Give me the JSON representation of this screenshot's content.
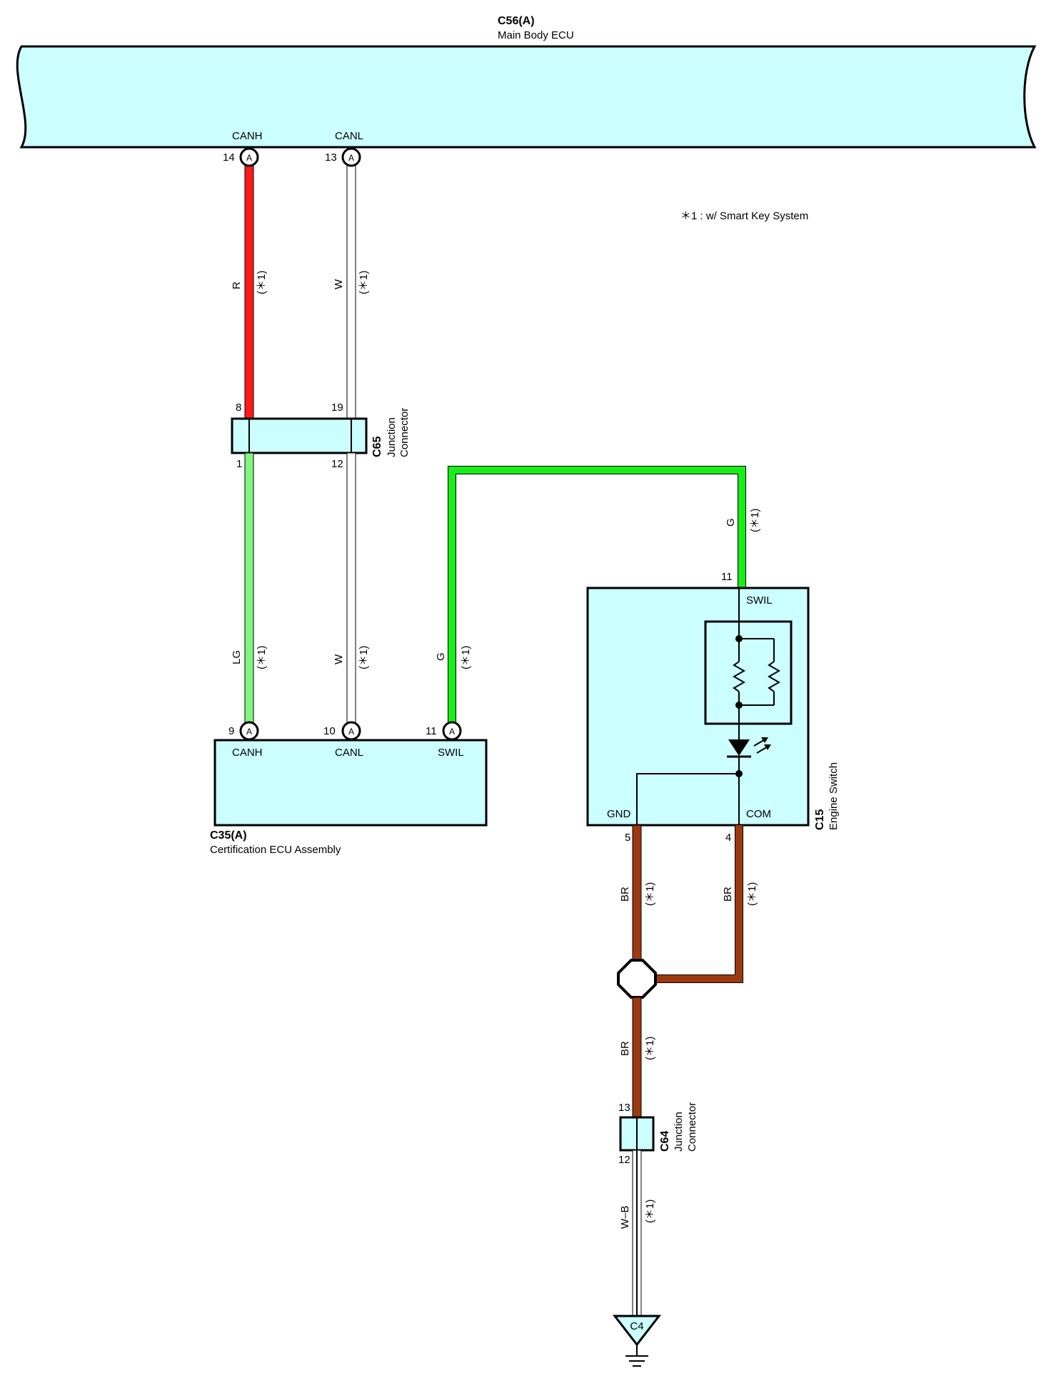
{
  "note": "＊1 : w/ Smart Key System",
  "colors": {
    "component_fill": "#ccffff",
    "wire_red": "#ff1a1a",
    "wire_white": "#ffffff",
    "wire_light_green": "#80f580",
    "wire_green": "#19ee19",
    "wire_brown": "#9c3a12",
    "wire_white_black": "#ffffff"
  },
  "components": {
    "main_body_ecu": {
      "code": "C56(A)",
      "name": "Main Body ECU",
      "pin_canh": "CANH",
      "pin_canl": "CANL",
      "pin_canh_no": "14",
      "pin_canl_no": "13"
    },
    "junction_c65": {
      "code": "C65",
      "name_line1": "Junction",
      "name_line2": "Connector",
      "pin_8": "8",
      "pin_19": "19",
      "pin_1": "1",
      "pin_12": "12"
    },
    "certification_ecu": {
      "code": "C35(A)",
      "name": "Certification ECU Assembly",
      "pin_canh": "CANH",
      "pin_canl": "CANL",
      "pin_swil": "SWIL",
      "pin_canh_no": "9",
      "pin_canl_no": "10",
      "pin_swil_no": "11"
    },
    "engine_switch": {
      "code": "C15",
      "name": "Engine Switch",
      "pin_swil": "SWIL",
      "pin_gnd": "GND",
      "pin_com": "COM",
      "pin_swil_no": "11",
      "pin_gnd_no": "5",
      "pin_com_no": "4"
    },
    "junction_c64": {
      "code": "C64",
      "name_line1": "Junction",
      "name_line2": "Connector",
      "pin_13": "13",
      "pin_12": "12"
    },
    "ground": {
      "code": "C4"
    }
  },
  "connector_mark": "A",
  "wires": {
    "canh_upper": {
      "color": "R",
      "note": "(＊1)"
    },
    "canl_upper": {
      "color": "W",
      "note": "(＊1)"
    },
    "canh_lower": {
      "color": "LG",
      "note": "(＊1)"
    },
    "canl_lower": {
      "color": "W",
      "note": "(＊1)"
    },
    "swil_left": {
      "color": "G",
      "note": "(＊1)"
    },
    "swil_right": {
      "color": "G",
      "note": "(＊1)"
    },
    "gnd": {
      "color": "BR",
      "note": "(＊1)"
    },
    "com": {
      "color": "BR",
      "note": "(＊1)"
    },
    "splice_to_c64": {
      "color": "BR",
      "note": "(＊1)"
    },
    "to_ground": {
      "color": "W–B",
      "note": "(＊1)"
    }
  }
}
